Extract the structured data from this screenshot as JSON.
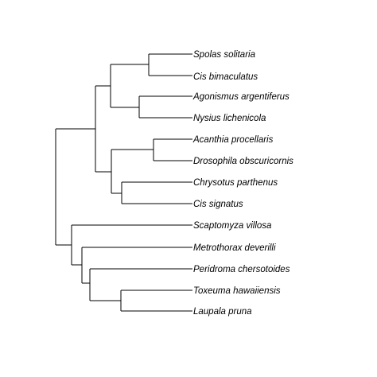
{
  "tree": {
    "colors": {
      "branch": "#000000",
      "label": "#000000",
      "background": "#ffffff"
    },
    "newick": "(((((Spolas solitaria,Cis bimaculatus),(Agonismus argentiferus,Nysius lichenicola)),((Acanthia procellaris,Drosophila obscuricornis),(Chrysotus parthenus,Cis signatus))),(Scaptomyza villosa,(Metrothorax deverilli,(Peridroma chersotoides,(Toxeuma hawaiiensis,Laupala pruna))))));",
    "tips": [
      "Spolas solitaria",
      "Cis bimaculatus",
      "Agonismus argentiferus",
      "Nysius lichenicola",
      "Acanthia procellaris",
      "Drosophila obscuricornis",
      "Chrysotus parthenus",
      "Cis signatus",
      "Scaptomyza villosa",
      "Metrothorax deverilli",
      "Peridroma chersotoides",
      "Toxeuma hawaiiensis",
      "Laupala pruna"
    ]
  }
}
